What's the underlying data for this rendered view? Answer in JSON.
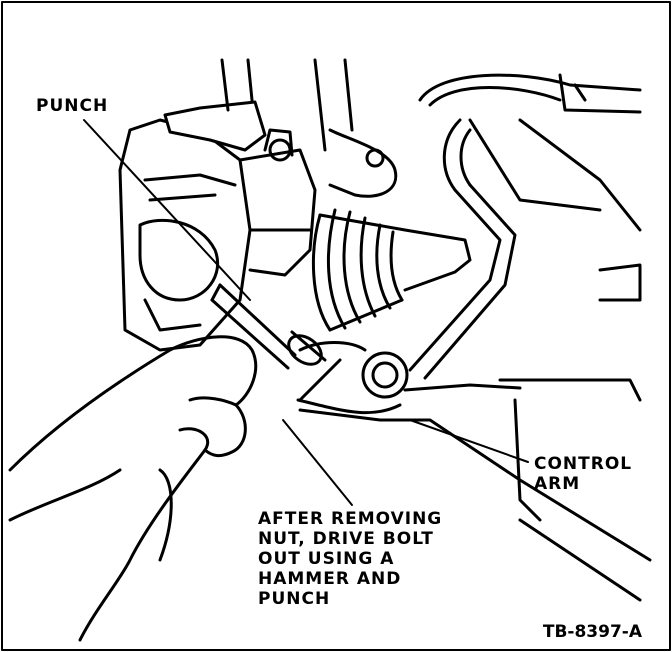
{
  "labels": {
    "punch": "PUNCH",
    "control_arm": [
      "CONTROL",
      "ARM"
    ],
    "instruction": [
      "AFTER REMOVING",
      "NUT, DRIVE BOLT",
      "OUT USING A",
      "HAMMER AND",
      "PUNCH"
    ],
    "figure_id": "TB-8397-A"
  }
}
